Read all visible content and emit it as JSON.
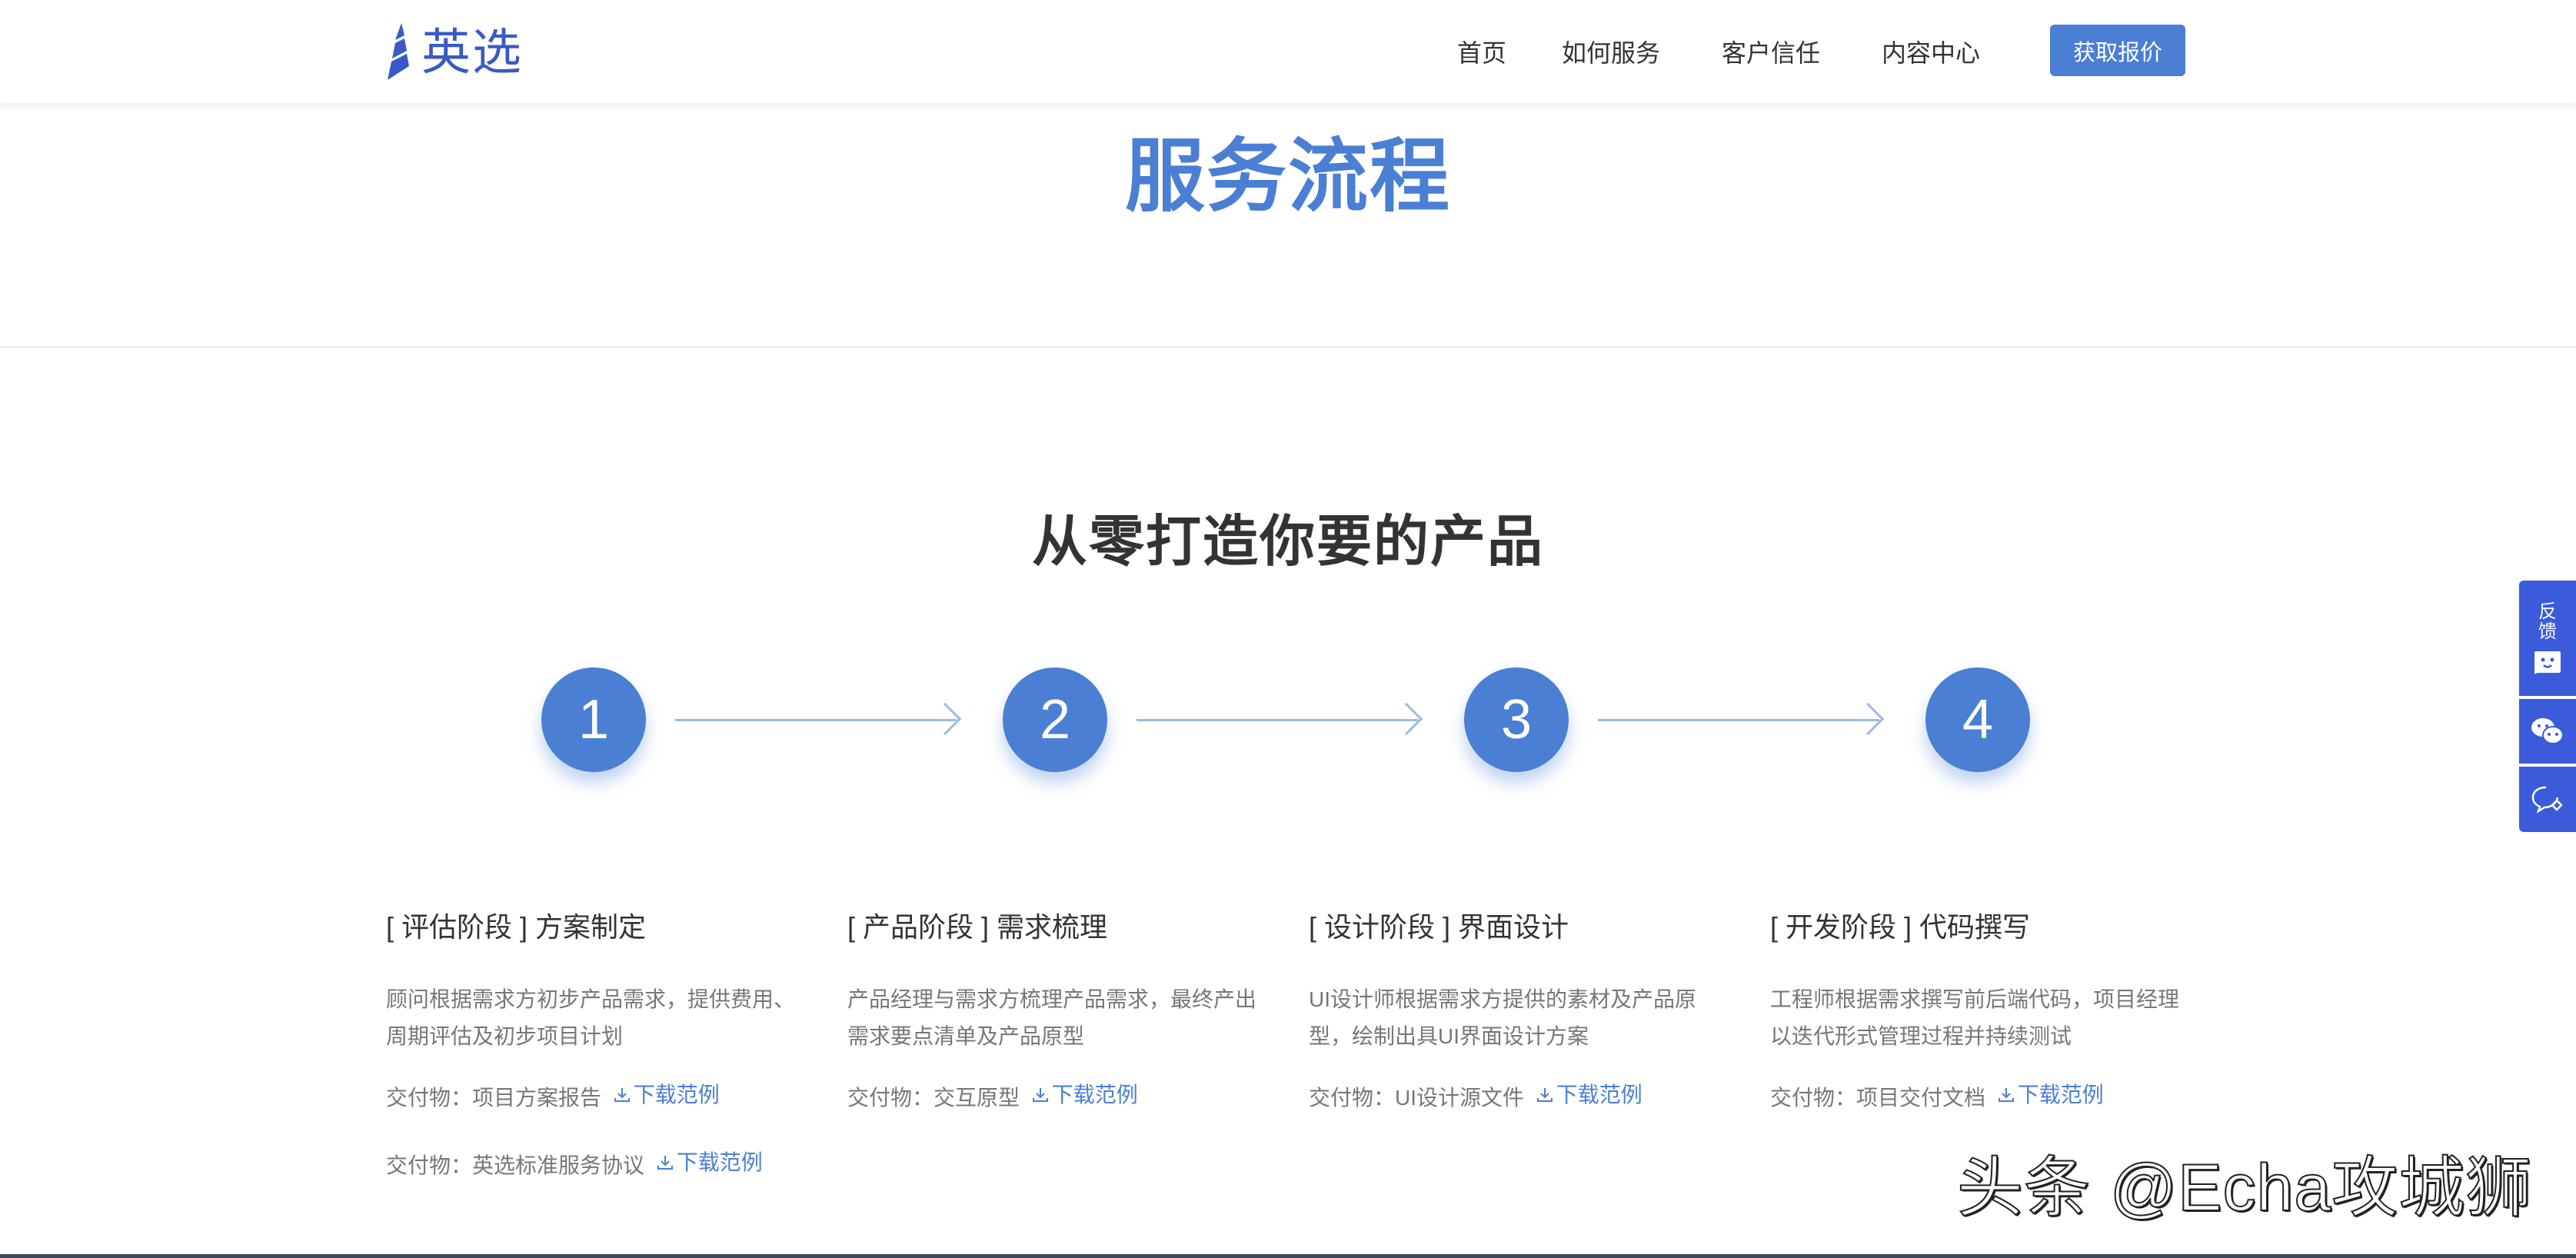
{
  "header": {
    "logo_text": "英选",
    "nav": [
      "首页",
      "如何服务",
      "客户信任",
      "内容中心"
    ],
    "cta_label": "获取报价"
  },
  "banner": {
    "title": "服务流程"
  },
  "section": {
    "subtitle": "从零打造你要的产品",
    "steps": [
      {
        "number": "1",
        "title": "[ 评估阶段 ] 方案制定",
        "description": "顾问根据需求方初步产品需求，提供费用、周期评估及初步项目计划",
        "deliverables": [
          {
            "label": "交付物：项目方案报告",
            "link": "下载范例"
          },
          {
            "label": "交付物：英选标准服务协议",
            "link": "下载范例"
          }
        ]
      },
      {
        "number": "2",
        "title": "[ 产品阶段 ] 需求梳理",
        "description": "产品经理与需求方梳理产品需求，最终产出需求要点清单及产品原型",
        "deliverables": [
          {
            "label": "交付物：交互原型",
            "link": "下载范例"
          }
        ]
      },
      {
        "number": "3",
        "title": "[ 设计阶段 ] 界面设计",
        "description": "UI设计师根据需求方提供的素材及产品原型，绘制出具UI界面设计方案",
        "deliverables": [
          {
            "label": "交付物：UI设计源文件",
            "link": "下载范例"
          }
        ]
      },
      {
        "number": "4",
        "title": "[ 开发阶段 ] 代码撰写",
        "description": "工程师根据需求撰写前后端代码，项目经理以迭代形式管理过程并持续测试",
        "deliverables": [
          {
            "label": "交付物：项目交付文档",
            "link": "下载范例"
          }
        ]
      }
    ]
  },
  "float_bar": {
    "feedback_label": "反馈",
    "icons": [
      "feedback-smile-icon",
      "wechat-icon",
      "chat-icon"
    ]
  },
  "watermark": "头条 @Echa攻城狮",
  "colors": {
    "accent": "#4a7fd4",
    "logo": "#3b59c6",
    "float_bar": "#3b5bdb",
    "arrow": "#9bbbe6",
    "text_dark": "#333333",
    "text_muted": "#777777"
  }
}
